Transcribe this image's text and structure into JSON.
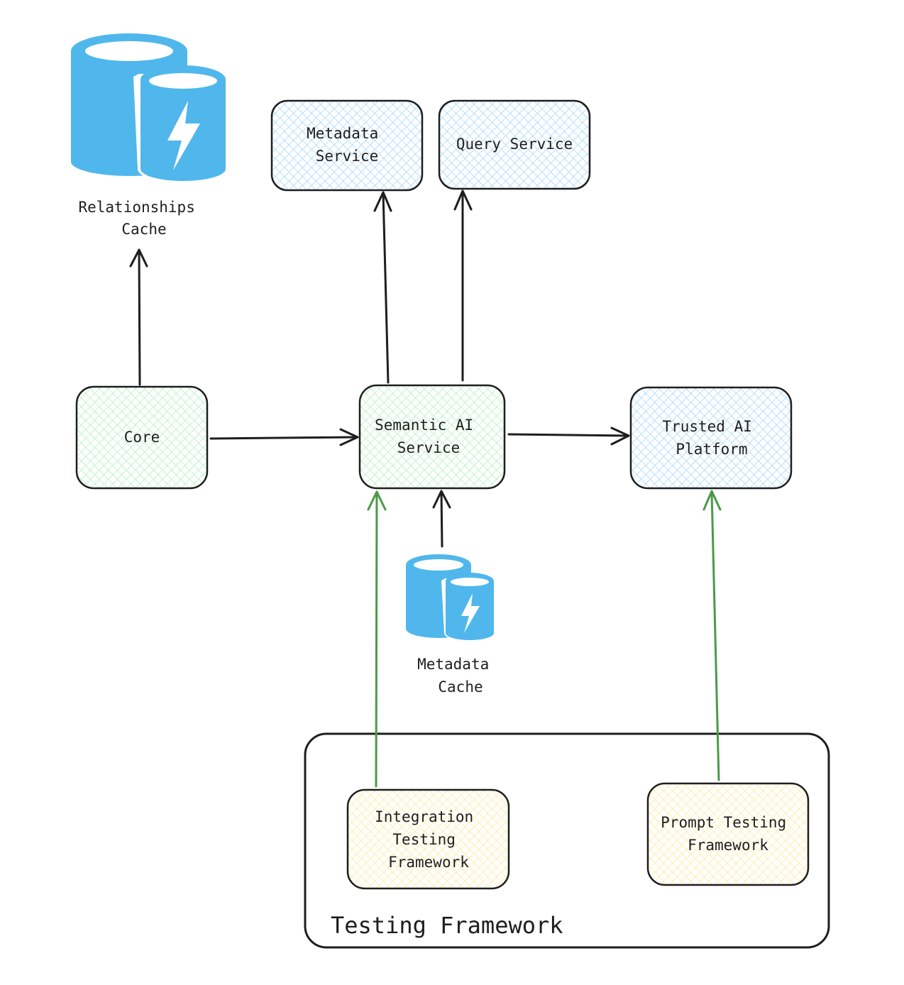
{
  "colors": {
    "stroke": "#1e1e1e",
    "green_fill": "#b2f2bb",
    "blue_fill": "#a5d8ff",
    "yellow_fill": "#ffec99",
    "green_edge": "#4a9a48",
    "cache_icon": "#50b7ec"
  },
  "nodes": {
    "metadata_service": {
      "lines": [
        "Metadata",
        "Service"
      ],
      "fill": "blue"
    },
    "query_service": {
      "lines": [
        "Query Service"
      ],
      "fill": "blue"
    },
    "core": {
      "lines": [
        "Core"
      ],
      "fill": "green"
    },
    "semantic_ai_service": {
      "lines": [
        "Semantic AI",
        "Service"
      ],
      "fill": "green"
    },
    "trusted_ai_platform": {
      "lines": [
        "Trusted AI",
        "Platform"
      ],
      "fill": "blue"
    },
    "integration_testing_framework": {
      "lines": [
        "Integration",
        "Testing",
        "Framework"
      ],
      "fill": "yellow"
    },
    "prompt_testing_framework": {
      "lines": [
        "Prompt Testing",
        "Framework"
      ],
      "fill": "yellow"
    }
  },
  "caches": {
    "relationships_cache": {
      "lines": [
        "Relationships",
        "Cache"
      ],
      "icon": "database-cache-icon"
    },
    "metadata_cache": {
      "lines": [
        "Metadata",
        "Cache"
      ],
      "icon": "database-cache-icon"
    }
  },
  "group": {
    "title": "Testing Framework"
  },
  "edges": [
    {
      "from": "core",
      "to": "relationships_cache",
      "color": "black"
    },
    {
      "from": "core",
      "to": "semantic_ai_service",
      "color": "black"
    },
    {
      "from": "semantic_ai_service",
      "to": "metadata_service",
      "color": "black"
    },
    {
      "from": "semantic_ai_service",
      "to": "query_service",
      "color": "black"
    },
    {
      "from": "semantic_ai_service",
      "to": "trusted_ai_platform",
      "color": "black"
    },
    {
      "from": "metadata_cache",
      "to": "semantic_ai_service",
      "color": "black"
    },
    {
      "from": "integration_testing_framework",
      "to": "semantic_ai_service",
      "color": "green"
    },
    {
      "from": "prompt_testing_framework",
      "to": "trusted_ai_platform",
      "color": "green"
    }
  ]
}
